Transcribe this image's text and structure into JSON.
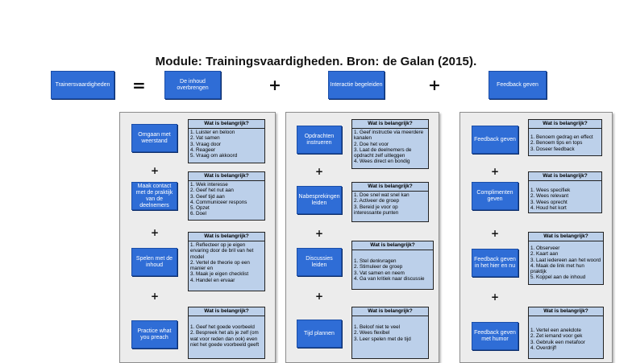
{
  "title": "Module: Trainingsvaardigheden. Bron: de Galan (2015).",
  "colors": {
    "box_fill": "#2f6dd6",
    "info_fill": "#bcd0ea",
    "panel_fill": "#ececec"
  },
  "header": {
    "main": "Trainersvaardigheden",
    "equals": "=",
    "plus": "+",
    "parts": [
      "De inhoud overbrengen",
      "Interactie begeleiden",
      "Feedback geven"
    ]
  },
  "info_header": "Wat is belangrijk?",
  "columns": [
    {
      "items": [
        {
          "label": "Omgaan met weerstand",
          "points": [
            "1. Luister en beloon",
            "2. Vat samen",
            "3. Vraag door",
            "4. Reageer",
            "5. Vraag om akkoord"
          ]
        },
        {
          "label": "Maak contact met de praktijk van de deelnemers",
          "points": [
            "1. Wek interesse",
            "2. Geef het nut aan",
            "3. Geef tijd aan",
            "4. Communiceer respons",
            "5. Opzet",
            "6. Doel"
          ]
        },
        {
          "label": "Spelen met de inhoud",
          "points": [
            "1. Reflecteer op je eigen",
            "ervaring door de bril van het",
            "model",
            "2. Vertel de theorie op een",
            "manier en",
            "3. Maak je eigen checklist",
            "4. Handel en ervaar"
          ]
        },
        {
          "label": "Practice what you preach",
          "points": [
            "1. Geef het goede voorbeeld",
            "2. Bespreek het als je zelf (om",
            "wat voor reden dan ook) even",
            "niet het goede voorbeeld geeft"
          ]
        }
      ]
    },
    {
      "items": [
        {
          "label": "Opdrachten instrueren",
          "points": [
            "1. Geef instructie via meerdere",
            "kanalen",
            "2. Doe het voor",
            "3. Laat de deelnemers de",
            "opdracht zelf uitleggen",
            "4. Wees direct en bondig"
          ]
        },
        {
          "label": "Nabesprekingen leiden",
          "points": [
            "1. Doe snel wat snel kan",
            "2. Activeer de groep",
            "3. Bereid je voor op",
            "interessante punten"
          ]
        },
        {
          "label": "Discussies leiden",
          "points": [
            "1. Stel denkvragen",
            "2. Stimuleer de groep",
            "3. Vat samen en neem",
            "4. Ga van kritiek naar discussie"
          ]
        },
        {
          "label": "Tijd plannen",
          "points": [
            "1. Beloof niet te veel",
            "2. Wees flexibel",
            "3. Leer spelen met de tijd"
          ]
        }
      ]
    },
    {
      "items": [
        {
          "label": "Feedback geven",
          "points": [
            "1. Benoem gedrag en effect",
            "2. Benoem tips en tops",
            "3. Doseer feedback"
          ]
        },
        {
          "label": "Complimenten geven",
          "points": [
            "1. Wees specifiek",
            "2. Wees relevant",
            "3. Wees oprecht",
            "4. Houd het kort"
          ]
        },
        {
          "label": "Feedback geven in het hier en nu",
          "points": [
            "1. Observeer",
            "2. Kaart aan",
            "3. Laat iedereen aan het woord",
            "4. Maak de link met hun",
            "praktijk",
            "5. Koppel aan de inhoud"
          ]
        },
        {
          "label": "Feedback geven met humor",
          "points": [
            "1. Vertel een anekdote",
            "2. Zet iemand voor gek",
            "3. Gebruik een metafoor",
            "4. Overdrijf!"
          ]
        }
      ]
    }
  ]
}
